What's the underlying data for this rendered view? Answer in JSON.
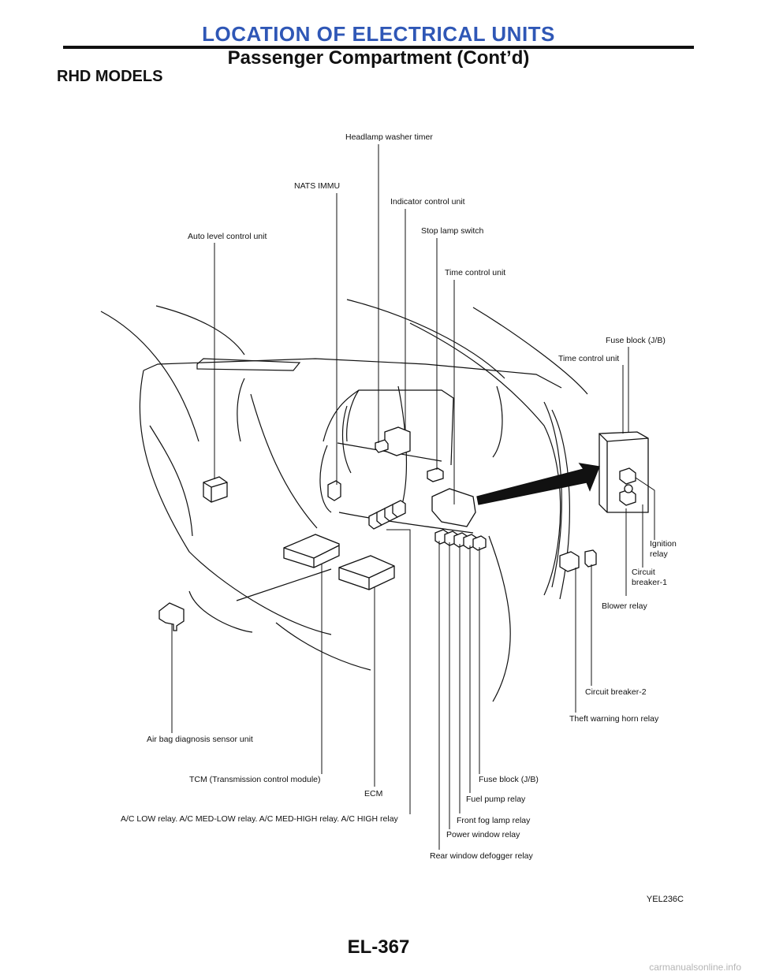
{
  "header": {
    "title": "LOCATION OF ELECTRICAL UNITS",
    "subtitle": "Passenger Compartment (Cont’d)"
  },
  "section_title": "RHD MODELS",
  "labels": {
    "headlamp_washer_timer": "Headlamp washer timer",
    "nats_immu": "NATS IMMU",
    "indicator_control_unit": "Indicator control unit",
    "stop_lamp_switch": "Stop lamp switch",
    "auto_level_control_unit": "Auto level control unit",
    "time_control_unit_1": "Time control unit",
    "fuse_block_jb_top": "Fuse block (J/B)",
    "time_control_unit_2": "Time control unit",
    "ignition_relay_1": "Ignition",
    "ignition_relay_2": "relay",
    "circuit_breaker_1_a": "Circuit",
    "circuit_breaker_1_b": "breaker-1",
    "blower_relay": "Blower relay",
    "circuit_breaker_2": "Circuit breaker-2",
    "theft_warning_horn_relay": "Theft warning horn relay",
    "air_bag_diagnosis": "Air bag diagnosis sensor unit",
    "tcm": "TCM (Transmission control module)",
    "fuse_block_jb_bottom": "Fuse block (J/B)",
    "ecm": "ECM",
    "fuel_pump_relay": "Fuel pump relay",
    "ac_relays": "A/C LOW relay. A/C MED-LOW relay. A/C MED-HIGH relay. A/C HIGH relay",
    "front_fog_lamp_relay": "Front fog lamp relay",
    "power_window_relay": "Power window relay",
    "rear_window_defogger_relay": "Rear window defogger relay"
  },
  "figure_ref": "YEL236C",
  "page_number": "EL-367",
  "watermark": "carmanualsonline.info",
  "colors": {
    "header_title": "#2f57b6",
    "watermark": "#b5b5b5"
  }
}
